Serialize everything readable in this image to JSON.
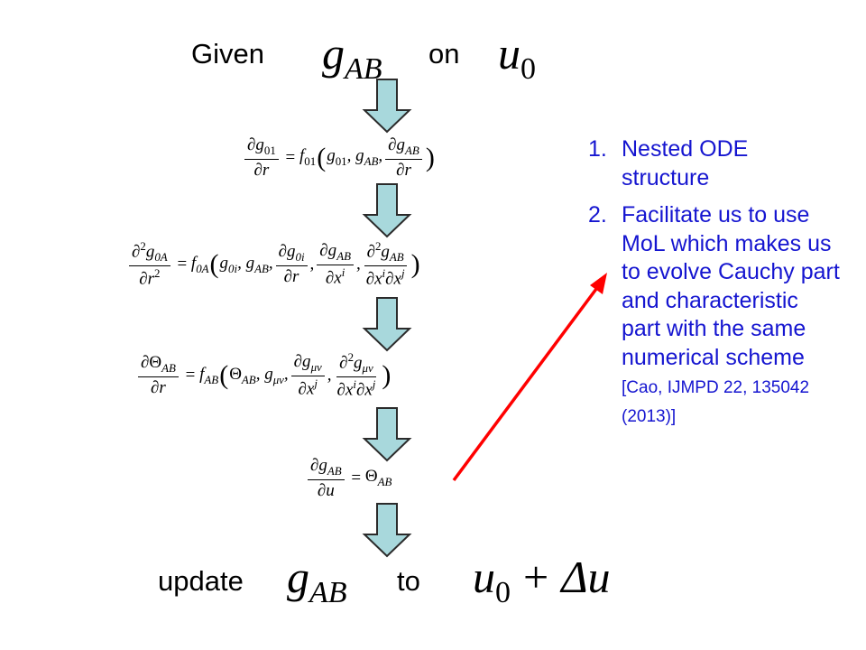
{
  "header": {
    "given_label": "Given",
    "on_label": "on",
    "metric": "g",
    "metric_sub": "AB",
    "u0": "u",
    "u0_sub": "0"
  },
  "footer": {
    "update_label": "update",
    "to_label": "to",
    "metric": "g",
    "metric_sub": "AB",
    "target_u": "u",
    "target_sub": "0",
    "target_plus": "+",
    "target_delta": "Δu"
  },
  "equations": [
    {
      "id": "eq1",
      "latex": "\\frac{\\partial g_{01}}{\\partial r} = f_{01}(g_{01}, g_{AB}, \\frac{\\partial g_{AB}}{\\partial r})"
    },
    {
      "id": "eq2",
      "latex": "\\frac{\\partial^2 g_{0A}}{\\partial r^2} = f_{0A}(g_{0i}, g_{AB}, \\frac{\\partial g_{0i}}{\\partial r}, \\frac{\\partial g_{AB}}{\\partial x^i}, \\frac{\\partial^2 g_{AB}}{\\partial x^i \\partial x^j})"
    },
    {
      "id": "eq3",
      "latex": "\\frac{\\partial \\Theta_{AB}}{\\partial r} = f_{AB}(\\Theta_{AB}, g_{\\mu\\nu}, \\frac{\\partial g_{\\mu\\nu}}{\\partial x^j}, \\frac{\\partial^2 g_{\\mu\\nu}}{\\partial x^i \\partial x^j})"
    },
    {
      "id": "eq4",
      "latex": "\\frac{\\partial g_{AB}}{\\partial u} = \\Theta_{AB}"
    }
  ],
  "notes": {
    "items": [
      {
        "number": "1.",
        "text": "Nested ODE structure"
      },
      {
        "number": "2.",
        "text": "Facilitate us to use MoL which makes us to evolve Cauchy part and characteristic part with the same numerical scheme",
        "citation": "[Cao, IJMPD 22, 135042 (2013)]"
      }
    ]
  },
  "colors": {
    "arrow_fill": "#a8d8dc",
    "arrow_stroke": "#2b2b2b",
    "notes_text": "#1515d0",
    "pointer_arrow": "#ff0000"
  },
  "icons": {
    "flow_arrow": "down-block-arrow-icon",
    "pointer": "red-arrow-icon"
  }
}
